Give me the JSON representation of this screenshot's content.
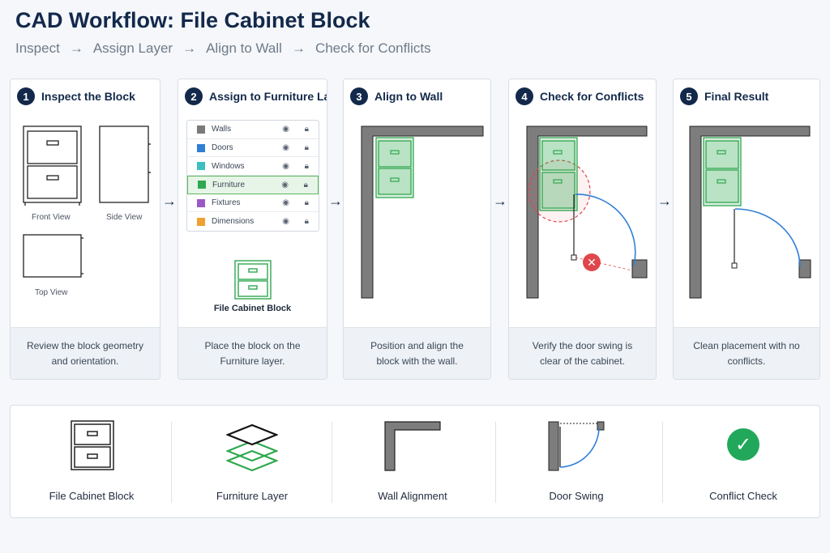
{
  "title": "CAD Workflow: File Cabinet Block",
  "breadcrumb": [
    "Inspect",
    "Assign Layer",
    "Align to Wall",
    "Check for Conflicts"
  ],
  "steps": [
    {
      "num": "1",
      "title": "Inspect the Block",
      "caption": "Review the block geometry and orientation."
    },
    {
      "num": "2",
      "title": "Assign to Furniture Layer",
      "caption": "Place the block on the Furniture layer."
    },
    {
      "num": "3",
      "title": "Align to Wall",
      "caption": "Position and align the block with the wall."
    },
    {
      "num": "4",
      "title": "Check for Conflicts",
      "caption": "Verify the door swing is clear of the cabinet."
    },
    {
      "num": "5",
      "title": "Final Result",
      "caption": "Clean placement with no conflicts."
    }
  ],
  "views": {
    "front": "Front View",
    "side": "Side View",
    "top": "Top View"
  },
  "layers": [
    {
      "name": "Walls",
      "color": "#7a7a7a"
    },
    {
      "name": "Doors",
      "color": "#2f7fd6"
    },
    {
      "name": "Windows",
      "color": "#3bbfbf"
    },
    {
      "name": "Furniture",
      "color": "#2fa84f",
      "selected": true
    },
    {
      "name": "Fixtures",
      "color": "#9b59c6"
    },
    {
      "name": "Dimensions",
      "color": "#f0a030"
    }
  ],
  "block_label": "File Cabinet Block",
  "legend": [
    "File Cabinet Block",
    "Furniture Layer",
    "Wall Alignment",
    "Door Swing",
    "Conflict Check"
  ],
  "icons": {
    "eye": "eye-icon",
    "lock": "lock-icon",
    "conflict": "x-circle-icon",
    "ok": "check-circle-icon"
  },
  "colors": {
    "navy": "#13294b",
    "green": "#2fa84f",
    "red": "#e0474c",
    "blue": "#2f7fd6",
    "wall": "#7d7d7d"
  }
}
